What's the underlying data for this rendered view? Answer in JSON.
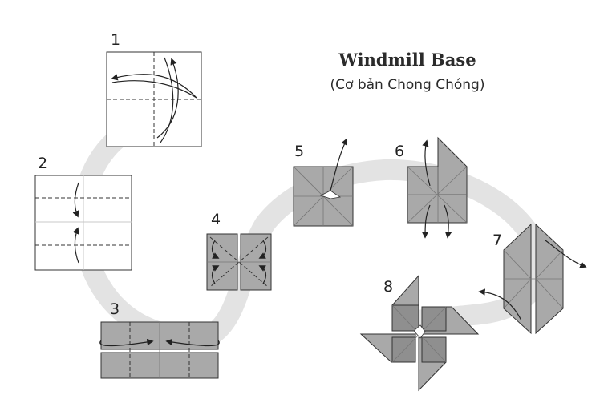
{
  "title": "Windmill Base",
  "subtitle": "(Cơ bản Chong Chóng)",
  "steps": [
    {
      "number": "1"
    },
    {
      "number": "2"
    },
    {
      "number": "3"
    },
    {
      "number": "4"
    },
    {
      "number": "5"
    },
    {
      "number": "6"
    },
    {
      "number": "7"
    },
    {
      "number": "8"
    }
  ],
  "colors": {
    "paper_front": "#ffffff",
    "paper_back": "#a9a9a9",
    "flow_band": "#e3e3e3",
    "ink": "#2b2b2b"
  }
}
